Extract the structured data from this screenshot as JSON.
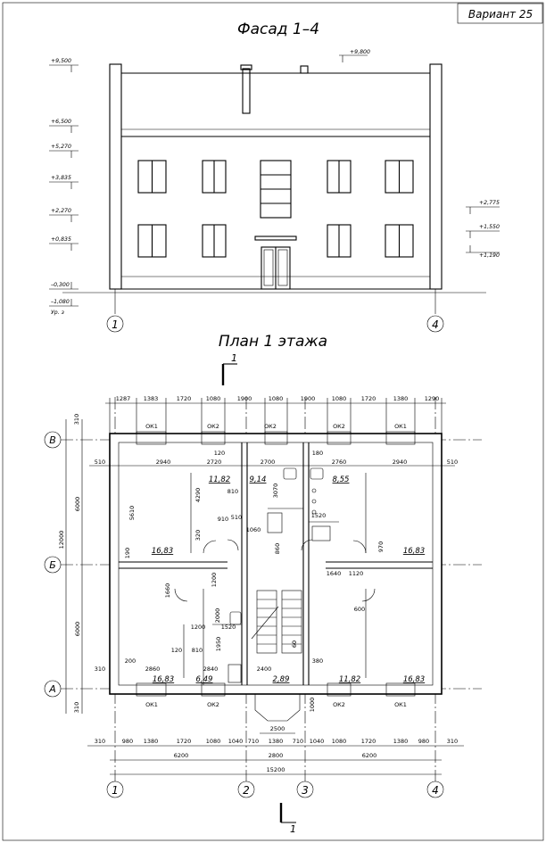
{
  "variant": "Вариант 25",
  "facade": {
    "title": "Фасад 1–4",
    "levels_left": [
      "+9,500",
      "+6,500",
      "+5,270",
      "+3,835",
      "+2,270",
      "+0,835",
      "–0,300",
      "–1,080"
    ],
    "ground_label": "Ур. з",
    "level_roof": "+9,800",
    "levels_right": [
      "+2,775",
      "+1,550",
      "+1,190"
    ],
    "axes": [
      "1",
      "4"
    ]
  },
  "plan": {
    "title": "План 1 этажа",
    "section_mark": "1",
    "axes_letters": [
      "В",
      "Б",
      "А"
    ],
    "axes_numbers": [
      "1",
      "2",
      "3",
      "4"
    ],
    "top_dims": [
      "1287",
      "1383",
      "1720",
      "1080",
      "1900",
      "1080",
      "1900",
      "1080",
      "1720",
      "1380",
      "1290"
    ],
    "bottom_dims": [
      "310",
      "980",
      "1380",
      "1720",
      "1080",
      "1040",
      "710",
      "1380",
      "710",
      "1040",
      "1080",
      "1720",
      "1380",
      "980",
      "310"
    ],
    "bottom_totals": [
      "6200",
      "2800",
      "6200"
    ],
    "overall": "15200",
    "stair_width": "2500",
    "left_dims": [
      "310",
      "6000",
      "12000",
      "6000",
      "310"
    ],
    "window_marks_top": [
      "ОК1",
      "ОК2",
      "ОК2",
      "ОК2",
      "ОК1"
    ],
    "window_marks_bottom": [
      "ОК1",
      "ОК2",
      "ОК2",
      "ОК1"
    ],
    "room_areas": {
      "r1": "16,83",
      "r2": "11,82",
      "r3": "9,14",
      "r4": "8,55",
      "r5": "16,83",
      "r6": "16,83",
      "r7": "6,49",
      "r8": "2,89",
      "r9": "11,82",
      "r10": "16,83"
    },
    "inner_dims": [
      "510",
      "2940",
      "2720",
      "2700",
      "2760",
      "2940",
      "510",
      "120",
      "180",
      "5610",
      "4290",
      "3070",
      "810",
      "910",
      "510",
      "1520",
      "1060",
      "1200",
      "1660",
      "2000",
      "1200",
      "1520",
      "810",
      "120",
      "2400",
      "200",
      "2860",
      "2840",
      "380",
      "310",
      "1640",
      "1120",
      "600",
      "1950",
      "60",
      "1000",
      "190",
      "320",
      "860",
      "970"
    ]
  }
}
